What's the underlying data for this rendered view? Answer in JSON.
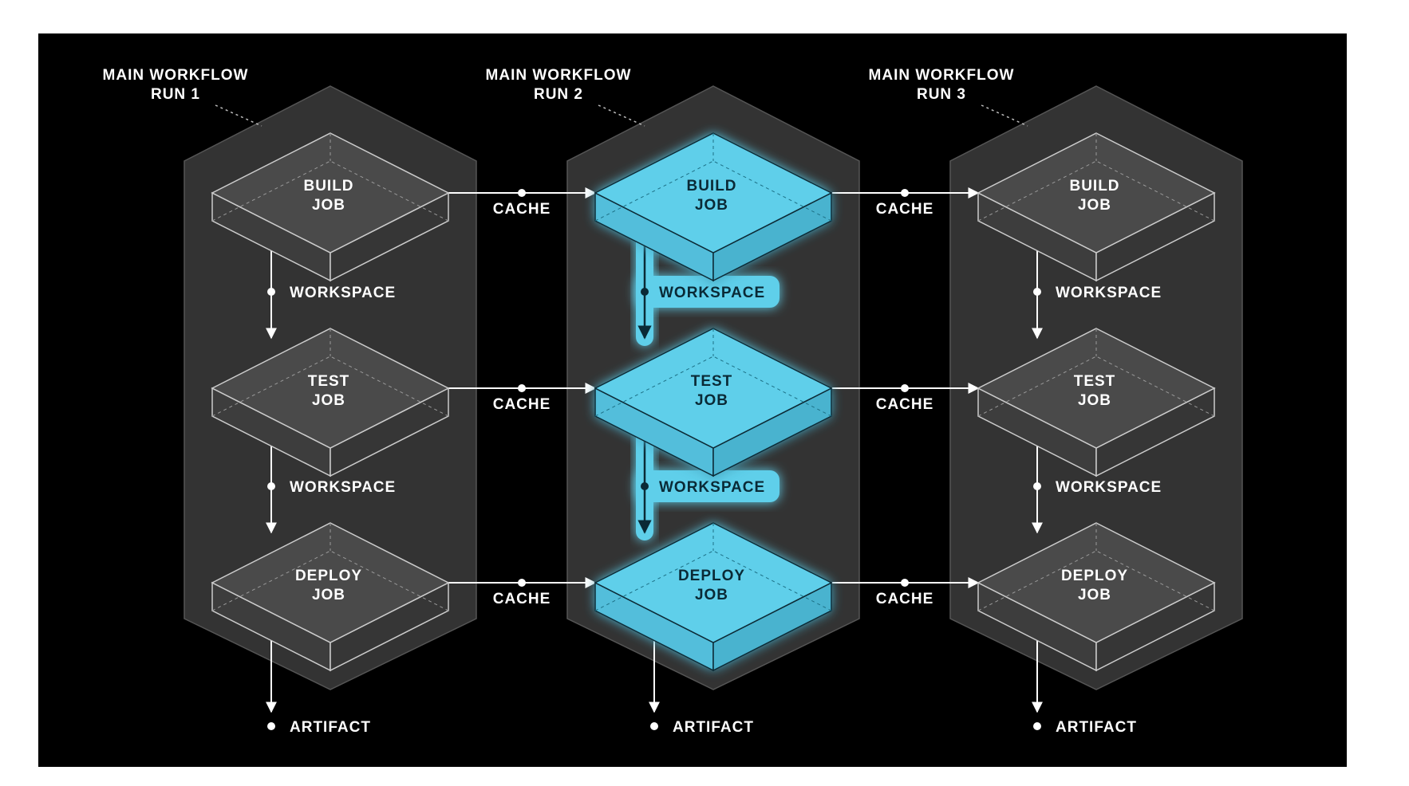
{
  "runs": [
    {
      "title_line1": "MAIN WORKFLOW",
      "title_line2": "RUN 1",
      "highlighted": false,
      "jobs": [
        {
          "line1": "BUILD",
          "line2": "JOB"
        },
        {
          "line1": "TEST",
          "line2": "JOB"
        },
        {
          "line1": "DEPLOY",
          "line2": "JOB"
        }
      ],
      "workspace_labels": [
        "WORKSPACE",
        "WORKSPACE"
      ],
      "artifact_label": "ARTIFACT"
    },
    {
      "title_line1": "MAIN WORKFLOW",
      "title_line2": "RUN 2",
      "highlighted": true,
      "jobs": [
        {
          "line1": "BUILD",
          "line2": "JOB"
        },
        {
          "line1": "TEST",
          "line2": "JOB"
        },
        {
          "line1": "DEPLOY",
          "line2": "JOB"
        }
      ],
      "workspace_labels": [
        "WORKSPACE",
        "WORKSPACE"
      ],
      "artifact_label": "ARTIFACT"
    },
    {
      "title_line1": "MAIN WORKFLOW",
      "title_line2": "RUN 3",
      "highlighted": false,
      "jobs": [
        {
          "line1": "BUILD",
          "line2": "JOB"
        },
        {
          "line1": "TEST",
          "line2": "JOB"
        },
        {
          "line1": "DEPLOY",
          "line2": "JOB"
        }
      ],
      "workspace_labels": [
        "WORKSPACE",
        "WORKSPACE"
      ],
      "artifact_label": "ARTIFACT"
    }
  ],
  "cache_links": [
    [
      "CACHE",
      "CACHE",
      "CACHE"
    ],
    [
      "CACHE",
      "CACHE",
      "CACHE"
    ]
  ],
  "colors": {
    "background": "#000000",
    "hexagon_fill": "#333333",
    "job_fill": "#4a4a4a",
    "highlight": "#5fcfea",
    "line": "#ffffff"
  }
}
